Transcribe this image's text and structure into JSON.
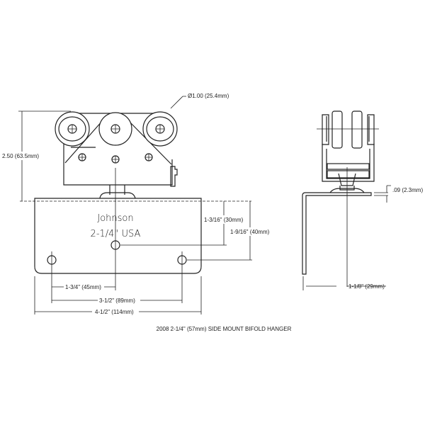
{
  "drawing": {
    "caption": "2008 2-1/4\" (57mm) SIDE MOUNT BIFOLD HANGER",
    "plate_text": {
      "brand": "Johnson",
      "size": "2-1/4\"  USA"
    },
    "dimensions": {
      "wheel_diameter": "Ø1.00 (25.4mm)",
      "height": "2.50 (63.5mm)",
      "center_hole_depth": "1-3/16\" (30mm)",
      "side_hole_depth": "1-9/16\" (40mm)",
      "half_spacing": "1-3/4\" (45mm)",
      "hole_spacing": "3-1/2\" (89mm)",
      "plate_width": "4-1/2\" (114mm)",
      "thickness": ".09 (2.3mm)",
      "offset": "1-1/8\" (29mm)"
    }
  }
}
